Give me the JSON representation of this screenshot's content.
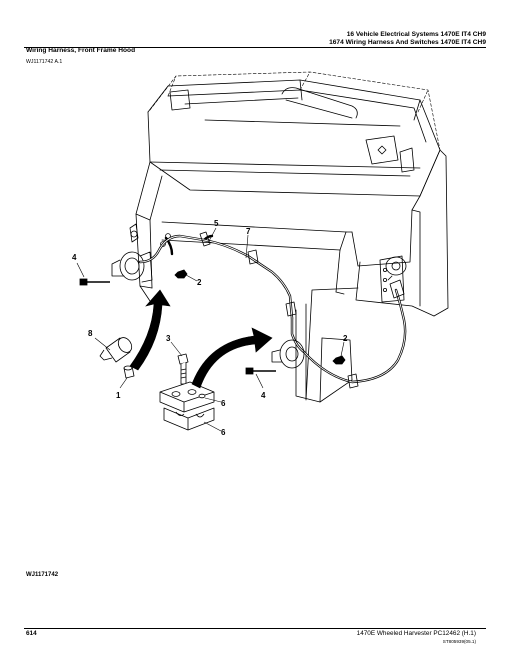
{
  "header": {
    "line1": "16 Vehicle Electrical Systems 1470E IT4 CH9",
    "line2": "1674 Wiring Harness And Switches 1470E IT4 CH9"
  },
  "section_title": "Wiring Harness, Front Frame Hood",
  "figure_id": "WJ1171742 A.1",
  "figure_label": "WJ1171742",
  "footer": {
    "page_number": "614",
    "doc_reference": "1470E Wheeled Harvester   PC12462   (H.1)",
    "doc_code": "ST805939(05.1)"
  },
  "callouts": [
    "4",
    "5",
    "7",
    "2",
    "8",
    "1",
    "3",
    "6",
    "6",
    "2",
    "4"
  ]
}
